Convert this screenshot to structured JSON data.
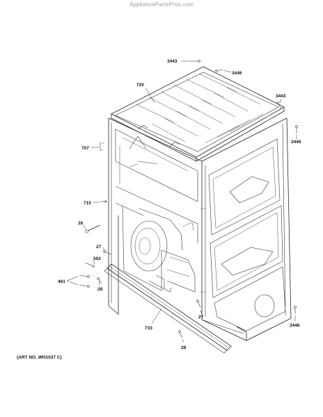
{
  "watermark": "AppliancePartsPros.com",
  "art_number": "(ART NO. WH1037 C)",
  "callouts": {
    "c3443_top": "3443",
    "c3446_top": "3446",
    "c720": "720",
    "c3443_right": "3443",
    "c3446_right": "3446",
    "c707": "707",
    "c715": "715",
    "c26": "26",
    "c27_left": "27",
    "c502": "502",
    "c461": "461",
    "c28_left": "28",
    "c733": "733",
    "c27_right": "27",
    "c28_bottom": "28",
    "c3446_bottom": "3446"
  }
}
